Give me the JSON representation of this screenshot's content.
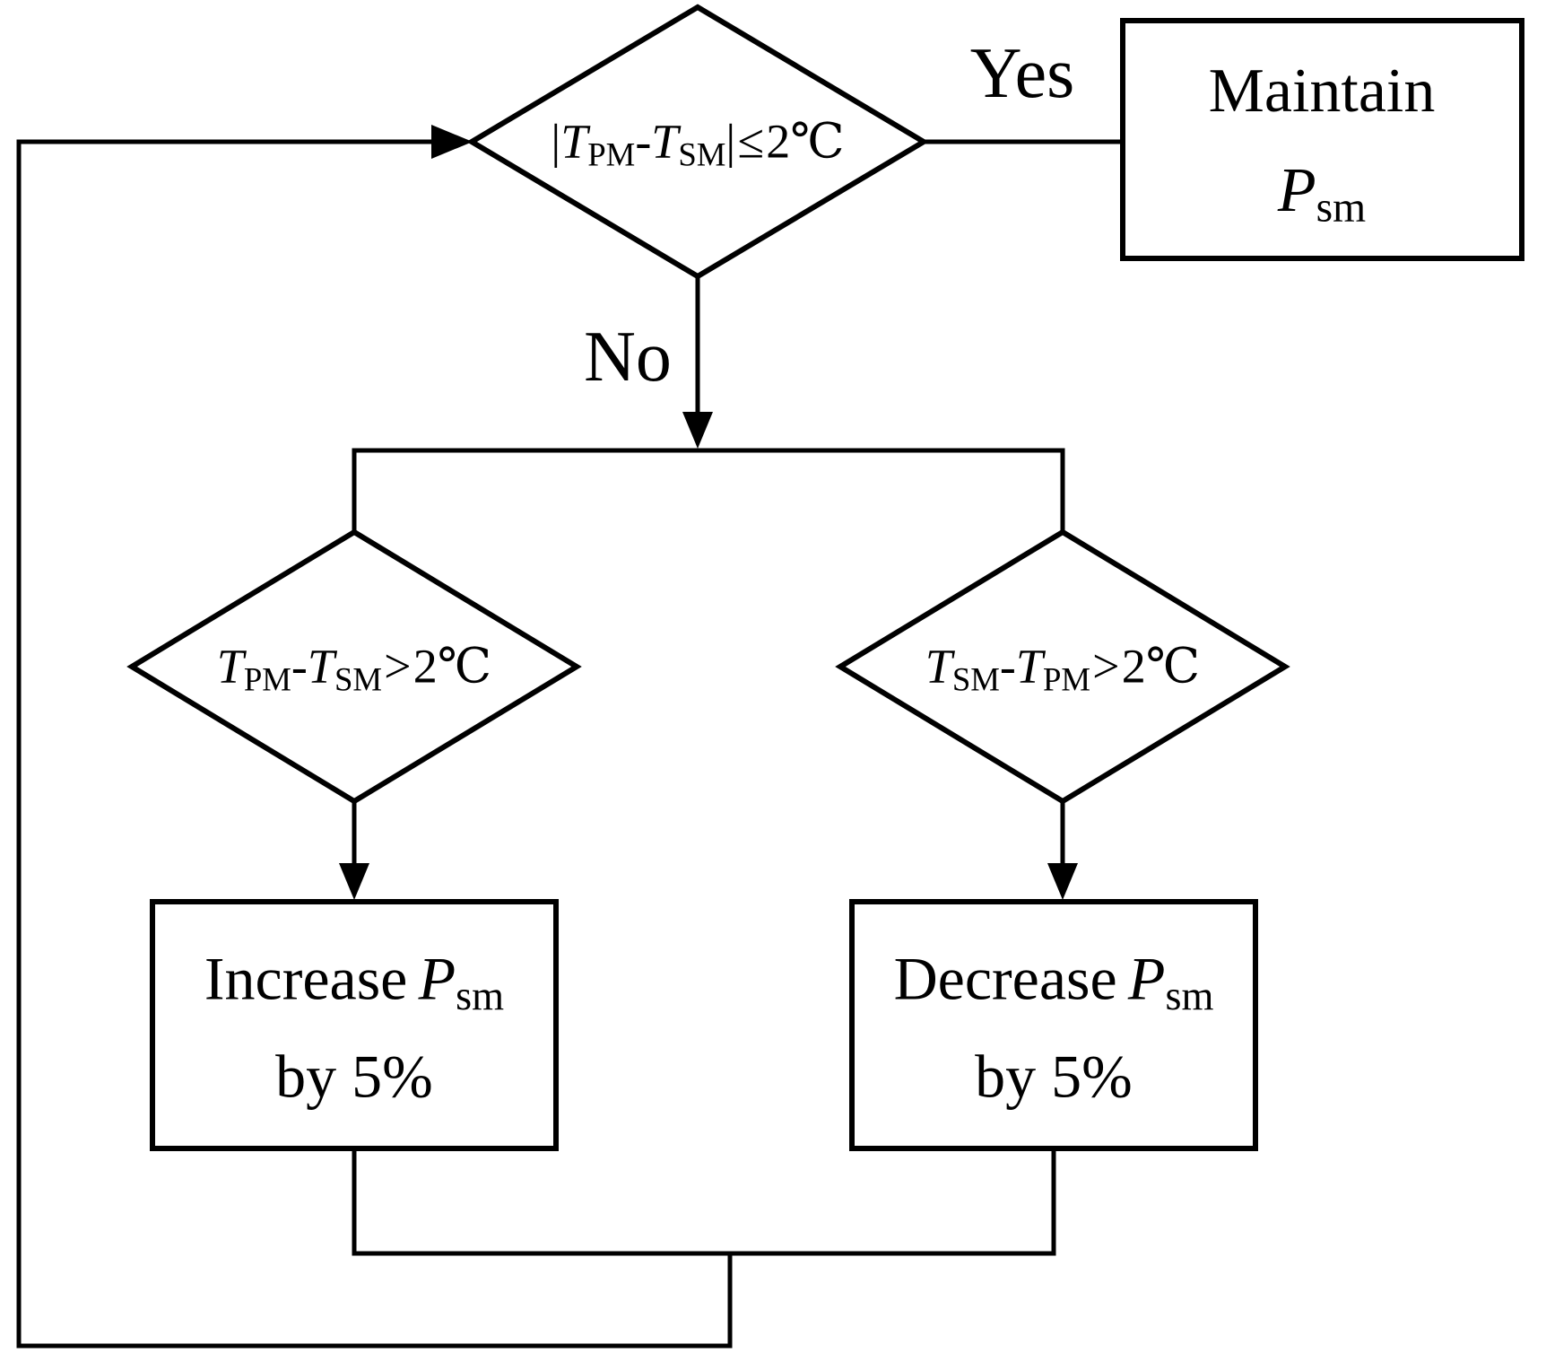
{
  "canvas": {
    "background_color": "#ffffff",
    "stroke_color": "#000000"
  },
  "edges": {
    "yes_label": "Yes",
    "no_label": "No"
  },
  "decision_top": {
    "open_bar": "|",
    "t1": "T",
    "t1_sub": "PM",
    "minus": "-",
    "t2": "T",
    "t2_sub": "SM",
    "close_bar": "|",
    "op": "≤",
    "threshold": "2",
    "unit": "℃"
  },
  "decision_left": {
    "t1": "T",
    "t1_sub": "PM",
    "minus": "-",
    "t2": "T",
    "t2_sub": "SM",
    "op": ">",
    "threshold": "2",
    "unit": "℃"
  },
  "decision_right": {
    "t1": "T",
    "t1_sub": "SM",
    "minus": "-",
    "t2": "T",
    "t2_sub": "PM",
    "op": ">",
    "threshold": "2",
    "unit": "℃"
  },
  "box_maintain": {
    "line1": "Maintain",
    "symbol": "P",
    "symbol_sub": "sm"
  },
  "box_increase": {
    "action": "Increase",
    "symbol": "P",
    "symbol_sub": "sm",
    "line2": "by 5%"
  },
  "box_decrease": {
    "action": "Decrease",
    "symbol": "P",
    "symbol_sub": "sm",
    "line2": "by 5%"
  }
}
